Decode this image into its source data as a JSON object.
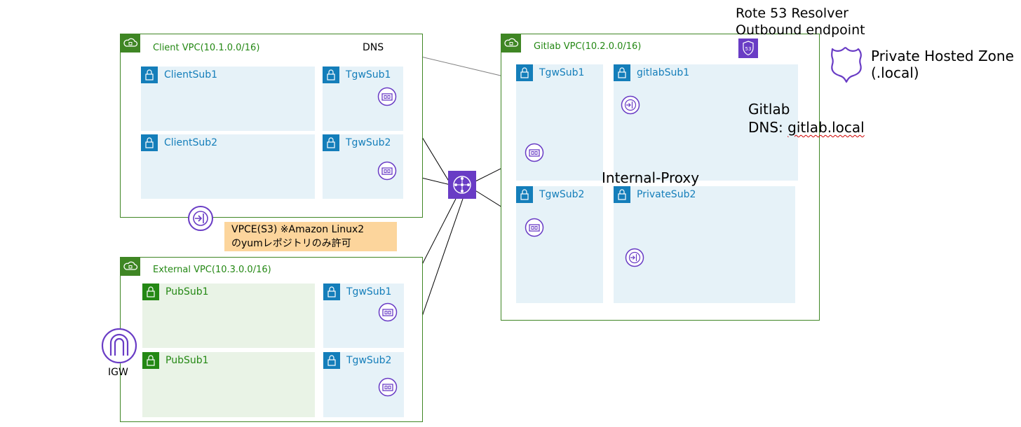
{
  "vpcs": {
    "client": {
      "label": "Client VPC(10.1.0.0/16)",
      "subnets": {
        "a": "ClientSub1",
        "b": "TgwSub1",
        "c": "ClientSub2",
        "d": "TgwSub2"
      },
      "dns_label": "DNS"
    },
    "gitlab": {
      "label": "Gitlab VPC(10.2.0.0/16)",
      "subnets": {
        "a": "TgwSub1",
        "b": "gitlabSub1",
        "c": "TgwSub2",
        "d": "PrivateSub2"
      },
      "overlay_label": "Internal-Proxy",
      "gitlab_title": "Gitlab",
      "gitlab_dns_prefix": "DNS: ",
      "gitlab_dns_name": "gitlab.local"
    },
    "external": {
      "label": "External VPC(10.3.0.0/16)",
      "subnets": {
        "a": "PubSub1",
        "b": "TgwSub1",
        "c": "PubSub1",
        "d": "TgwSub2"
      }
    }
  },
  "resolver": {
    "line1": "Rote 53 Resolver",
    "line2": "Outbound endpoint"
  },
  "hosted_zone": {
    "line1": "Private Hosted Zone",
    "line2": "(.local)"
  },
  "vpce_note": {
    "line1": "VPCE(S3) ※Amazon Linux2",
    "line2": "のyumレポジトリのみ許可"
  },
  "igw_label": "IGW",
  "colors": {
    "vpc_border": "#3f8624",
    "private_subnet": "#147eba",
    "public_subnet": "#248814",
    "private_subnet_bg": "#e6f2f8",
    "public_subnet_bg": "#e9f3e6",
    "purple_icon": "#693cc5",
    "callout_bg": "#fcd59c"
  },
  "icons": [
    "vpc-cloud-icon",
    "subnet-lock-icon",
    "network-interface-icon",
    "vpc-endpoint-icon",
    "transit-gateway-icon",
    "route53-resolver-icon",
    "private-hosted-zone-shield-icon",
    "internet-gateway-icon"
  ]
}
